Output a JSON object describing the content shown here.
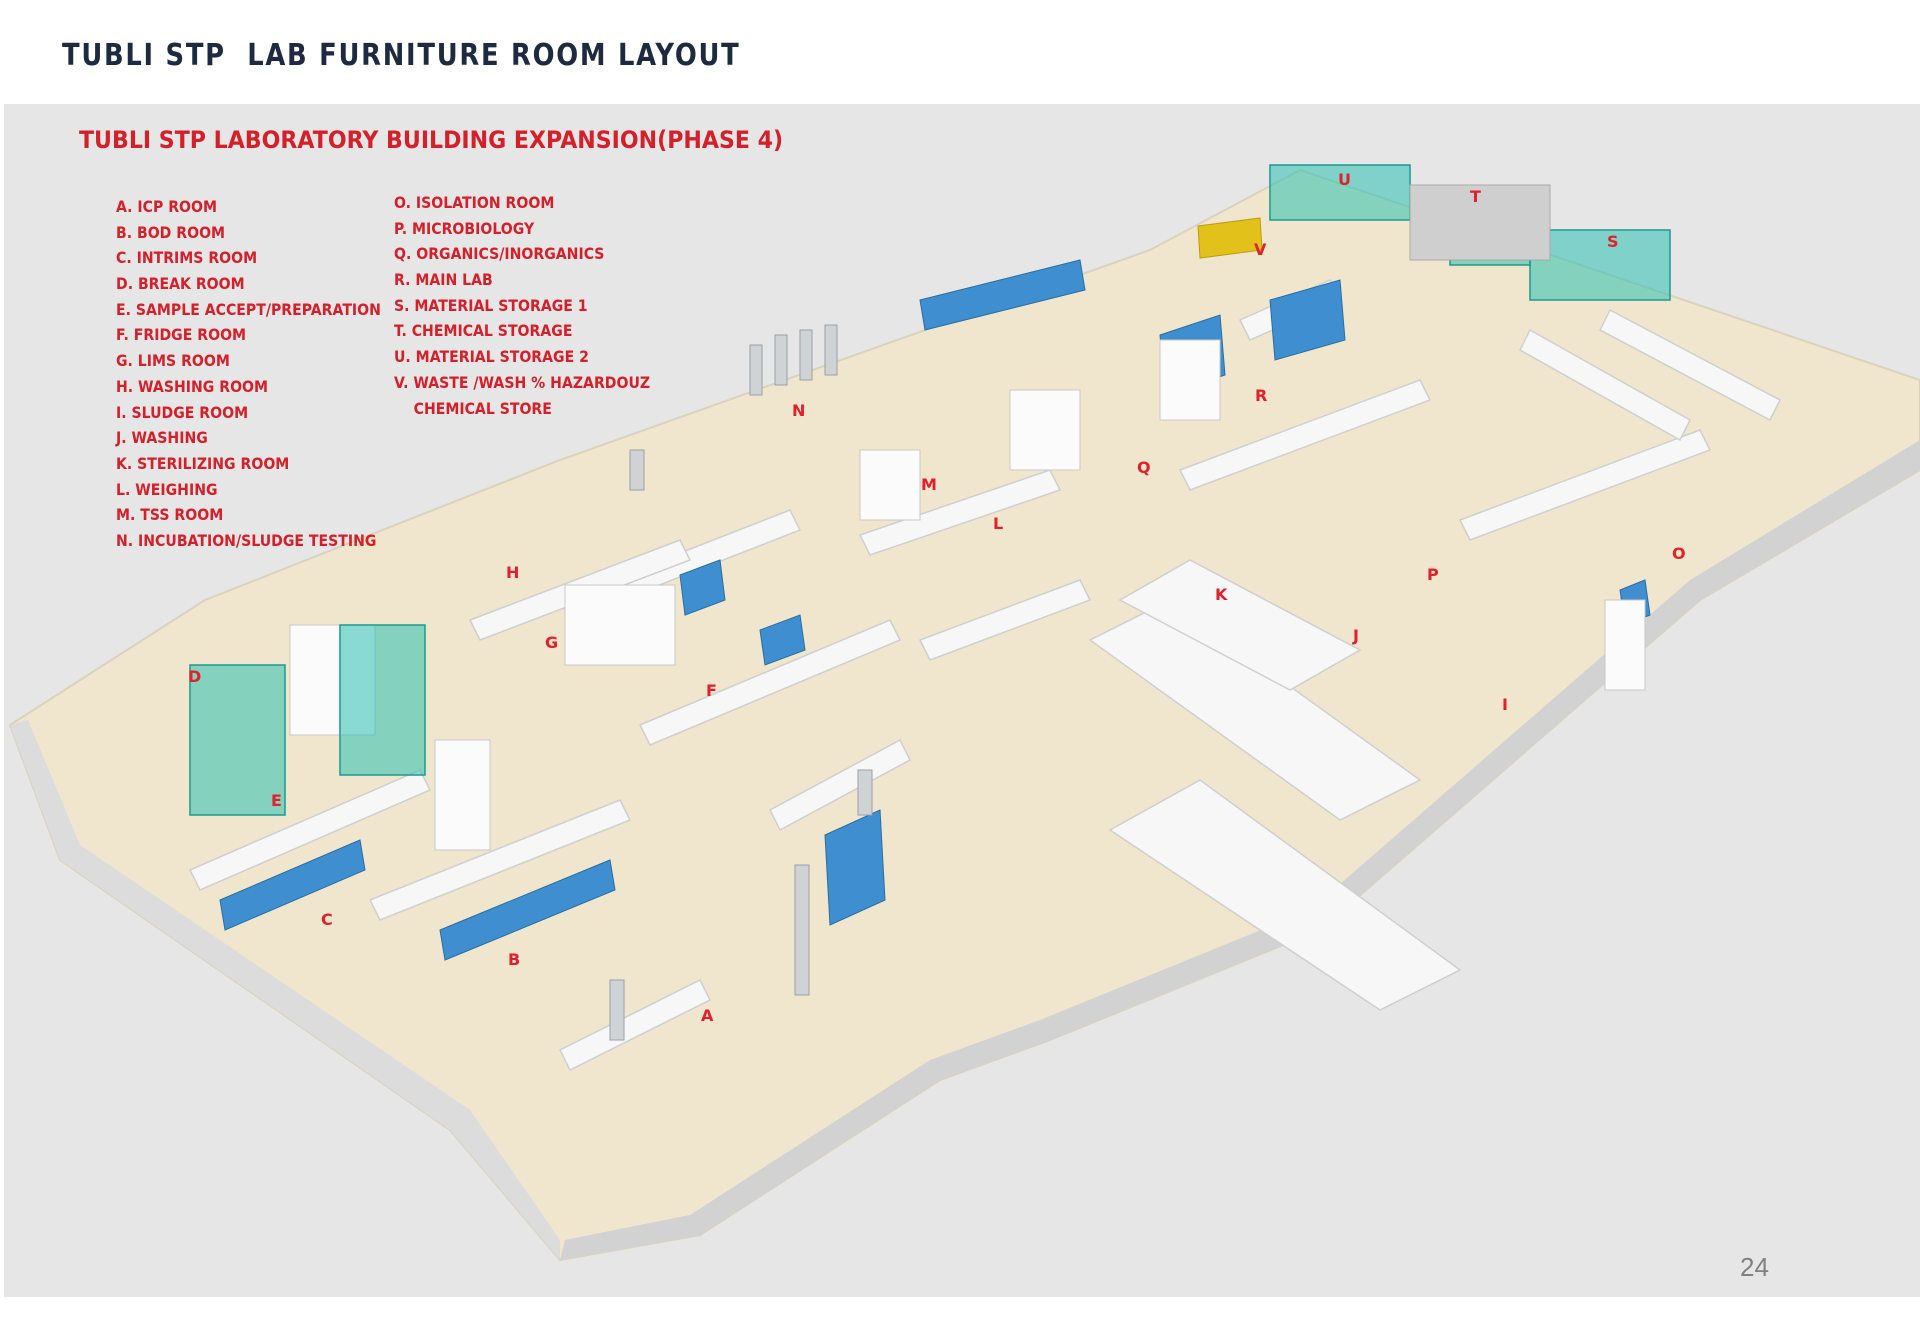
{
  "header": {
    "title": "TUBLI STP  LAB FURNITURE ROOM LAYOUT"
  },
  "plan": {
    "title": "TUBLI STP LABORATORY BUILDING EXPANSION(PHASE 4)",
    "legend_left": [
      "A. ICP ROOM",
      "B. BOD ROOM",
      "C. INTRIMS ROOM",
      "D. BREAK ROOM",
      "E. SAMPLE ACCEPT/PREPARATION",
      "F. FRIDGE ROOM",
      "G. LIMS ROOM",
      "H. WASHING ROOM",
      "I. SLUDGE ROOM",
      "J. WASHING",
      "K. STERILIZING ROOM",
      "L. WEIGHING",
      "M. TSS ROOM",
      "N. INCUBATION/SLUDGE TESTING"
    ],
    "legend_right": [
      "O. ISOLATION ROOM",
      "P. MICROBIOLOGY",
      "Q. ORGANICS/INORGANICS",
      "R. MAIN LAB",
      "S. MATERIAL STORAGE 1",
      "T. CHEMICAL STORAGE",
      "U. MATERIAL STORAGE 2",
      "V. WASTE /WASH % HAZARDOUZ\n    CHEMICAL STORE"
    ],
    "room_letters": {
      "A": "A",
      "B": "B",
      "C": "C",
      "D": "D",
      "E": "E",
      "F": "F",
      "G": "G",
      "H": "H",
      "I": "I",
      "J": "J",
      "K": "K",
      "L": "L",
      "M": "M",
      "N": "N",
      "O": "O",
      "P": "P",
      "Q": "Q",
      "R": "R",
      "S": "S",
      "T": "T",
      "U": "U",
      "V": "V"
    },
    "colors": {
      "label_red": "#d4202a",
      "wall": "#f4f4f4",
      "floor": "#efe6cd",
      "cabinet_blue": "#3f8fd0",
      "storage_teal": "#2bbfb0",
      "storage_yellow": "#e2c21a"
    }
  },
  "page": {
    "number": "24"
  }
}
